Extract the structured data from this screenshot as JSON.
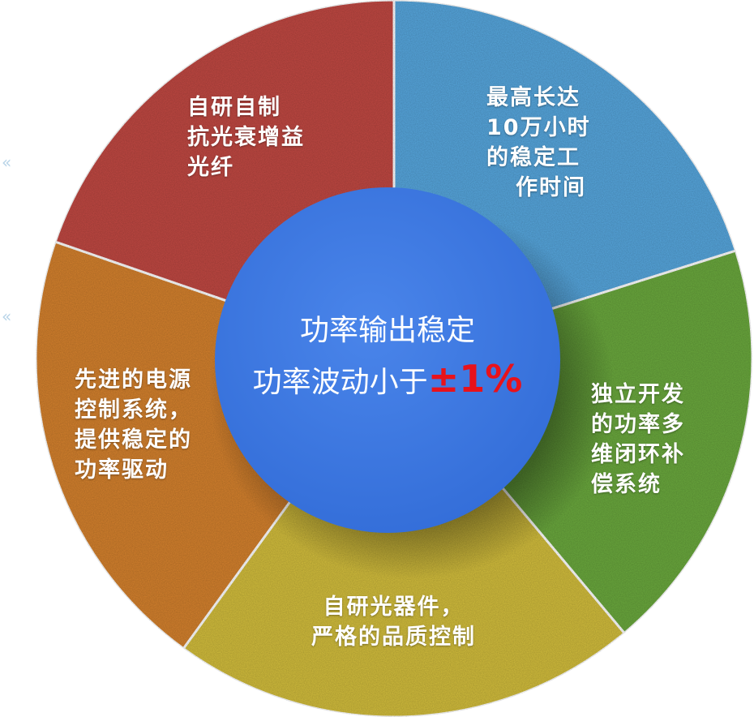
{
  "center": {
    "line1": "功率输出稳定",
    "line2_prefix": "功率波动小于",
    "line2_highlight": "±1%",
    "fill": "#3b76df",
    "highlight_color": "#e8121b"
  },
  "segments": [
    {
      "id": "blue",
      "color": "#56a6dd",
      "lines": [
        "最高长达",
        "10万小时",
        "的稳定工",
        "作时间"
      ]
    },
    {
      "id": "green",
      "color": "#6aa83d",
      "lines": [
        "独立开发",
        "的功率多",
        "维闭环补",
        "偿系统"
      ]
    },
    {
      "id": "yellow",
      "color": "#d2bd3c",
      "lines": [
        "自研光器件，",
        "严格的品质控制"
      ]
    },
    {
      "id": "orange",
      "color": "#d4812d",
      "lines": [
        "先进的电源",
        "控制系统，",
        "提供稳定的",
        "功率驱动"
      ]
    },
    {
      "id": "red",
      "color": "#c04842",
      "lines": [
        "自研自制",
        "抗光衰增益",
        "光纤"
      ]
    }
  ],
  "decorations": [
    "«",
    "«"
  ]
}
